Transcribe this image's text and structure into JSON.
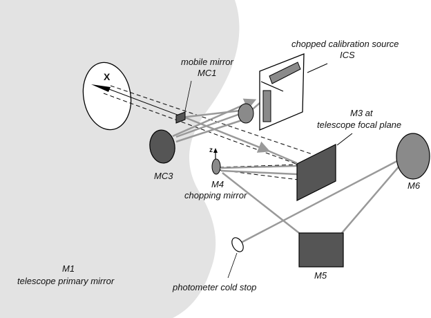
{
  "labels": {
    "calibration_source_line1": "chopped calibration source",
    "calibration_source_line2": "ICS",
    "mobile_mirror_line1": "mobile mirror",
    "mobile_mirror_line2": "MC1",
    "m3_line1": "M3 at",
    "m3_line2": "telescope focal plane",
    "mc3": "MC3",
    "m4": "M4",
    "chopping_mirror": "chopping mirror",
    "m6": "M6",
    "m1_line1": "M1",
    "m1_line2": "telescope primary mirror",
    "m5": "M5",
    "cold_stop": "photometer cold stop",
    "sky_marker": "X",
    "z_axis": "z"
  },
  "colors": {
    "primary_mirror_fill": "#e3e3e3",
    "mirror_dark": "#555555",
    "mirror_mid": "#8a8a8a",
    "beam": "#999999",
    "outline": "#000000"
  }
}
